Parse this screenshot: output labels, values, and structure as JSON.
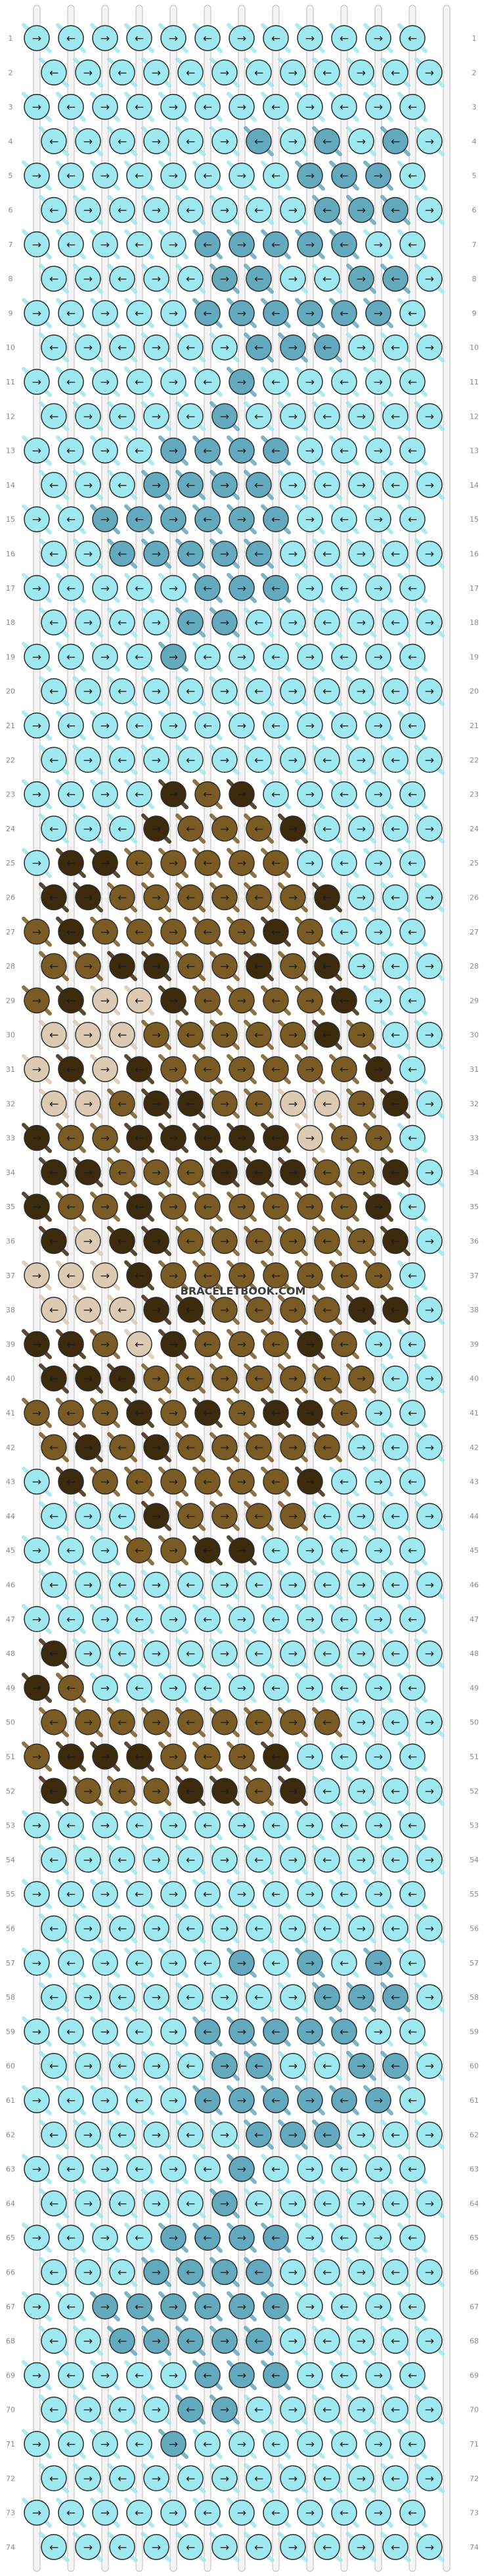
{
  "watermark": "BRACELETBOOK.COM",
  "rows": 74,
  "strings": 12,
  "colors": {
    "A": "#9ee8f0",
    "B": "#63aabf",
    "C": "#7a5b23",
    "D": "#3c2a0d",
    "E": "#dccbb2"
  },
  "row_labels": [
    "1",
    "2",
    "3",
    "4",
    "5",
    "6",
    "7",
    "8",
    "9",
    "10",
    "11",
    "12",
    "13",
    "14",
    "15",
    "16",
    "17",
    "18",
    "19",
    "20",
    "21",
    "22",
    "23",
    "24",
    "25",
    "26",
    "27",
    "28",
    "29",
    "30",
    "31",
    "32",
    "33",
    "34",
    "35",
    "36",
    "37",
    "38",
    "39",
    "40",
    "41",
    "42",
    "43",
    "44",
    "45",
    "46",
    "47",
    "48",
    "49",
    "50",
    "51",
    "52",
    "53",
    "54",
    "55",
    "56",
    "57",
    "58",
    "59",
    "60",
    "61",
    "62",
    "63",
    "64",
    "65",
    "66",
    "67",
    "68",
    "69",
    "70",
    "71",
    "72",
    "73",
    "74"
  ],
  "knot_rows": [
    "AAAAAAAAAAAA",
    "AAAAAAAAAAAA",
    "AAAAAAAAAAAA",
    "AAAAAABABABA",
    "AAAAAAAABBBA",
    "AAAAAAAABBBA",
    "AAAAABBBBBAA",
    "AAAAABBAABBA",
    "AAAAABBBBBBA",
    "AAAAAABBBAAA",
    "AAAAAABAAAAA",
    "AAAAABAAAAAA",
    "AAAABBBBAAAA",
    "AAABBBBAAAAA",
    "AABBBBBBAAAA",
    "AABBBBBAAAAA",
    "AAAAABBBAAAA",
    "AAAABBAAAAAA",
    "AAAABAAAAAAA",
    "AAAAAAAAAAAA",
    "AAAAAAAAAAAA",
    "AAAAAAAAAAAA",
    "AAAADCDAAAAA",
    "AAADCCCDAAAA",
    "ADDCCCCCAAAA",
    "DDCCCCCCDAAA",
    "CDCCCCCDCAAA",
    "CCDDCCDCDAAA",
    "CDEEDCCCCDAA",
    "EEECCCCCDCAA",
    "EDEDCCCCCCDA",
    "EECDDCCEECDA",
    "DCCDDDDDECCA",
    "DDCCCDDDCCDA",
    "DCCDCCCCCCDA",
    "DEDDCCCCCCDA",
    "EEEDCCCCCCCA",
    "EEEDDCCCCDDA",
    "DDCEDCCCDCAA",
    "DDDCCCCCCCAA",
    "CCCDCDCDDCAA",
    "CDCDCCCCCAAA",
    "ADCCCCCCDAAA",
    "AAADCCCCAAAA",
    "AAACCDDAAAAA",
    "AAAAAAAAAAAA",
    "AAAAAAAAAAAA",
    "DAAAAAAAAAAA",
    "DCAAAAAAAAAA",
    "CCCCCCCCCAAA",
    "CDDDCCCDAAAA",
    "DCCCDDCDAAAA",
    "AAAAAAAAAAAA",
    "AAAAAAAAAAAA",
    "AAAAAAAAAAAA",
    "AAAAAAAAAAAA",
    "AAAAAABABABA",
    "AAAAAAAABBBA",
    "AAAAABBBBBAA",
    "AAAAABBAABBA",
    "AAAAABBBBBBA",
    "AAAAAABBBAAA",
    "AAAAAABAAAAA",
    "AAAAABAAAAAA",
    "AAAABBBBAAAA",
    "AAABBBBAAAAA",
    "AABBBBBBAAAA",
    "AABBBBBAAAAA",
    "AAAAABBBAAAA",
    "AAAABBAAAAAA",
    "AAAABAAAAAAA",
    "AAAAAAAAAAAA",
    "AAAAAAAAAAAA",
    "AAAAAAAAAAAA"
  ]
}
